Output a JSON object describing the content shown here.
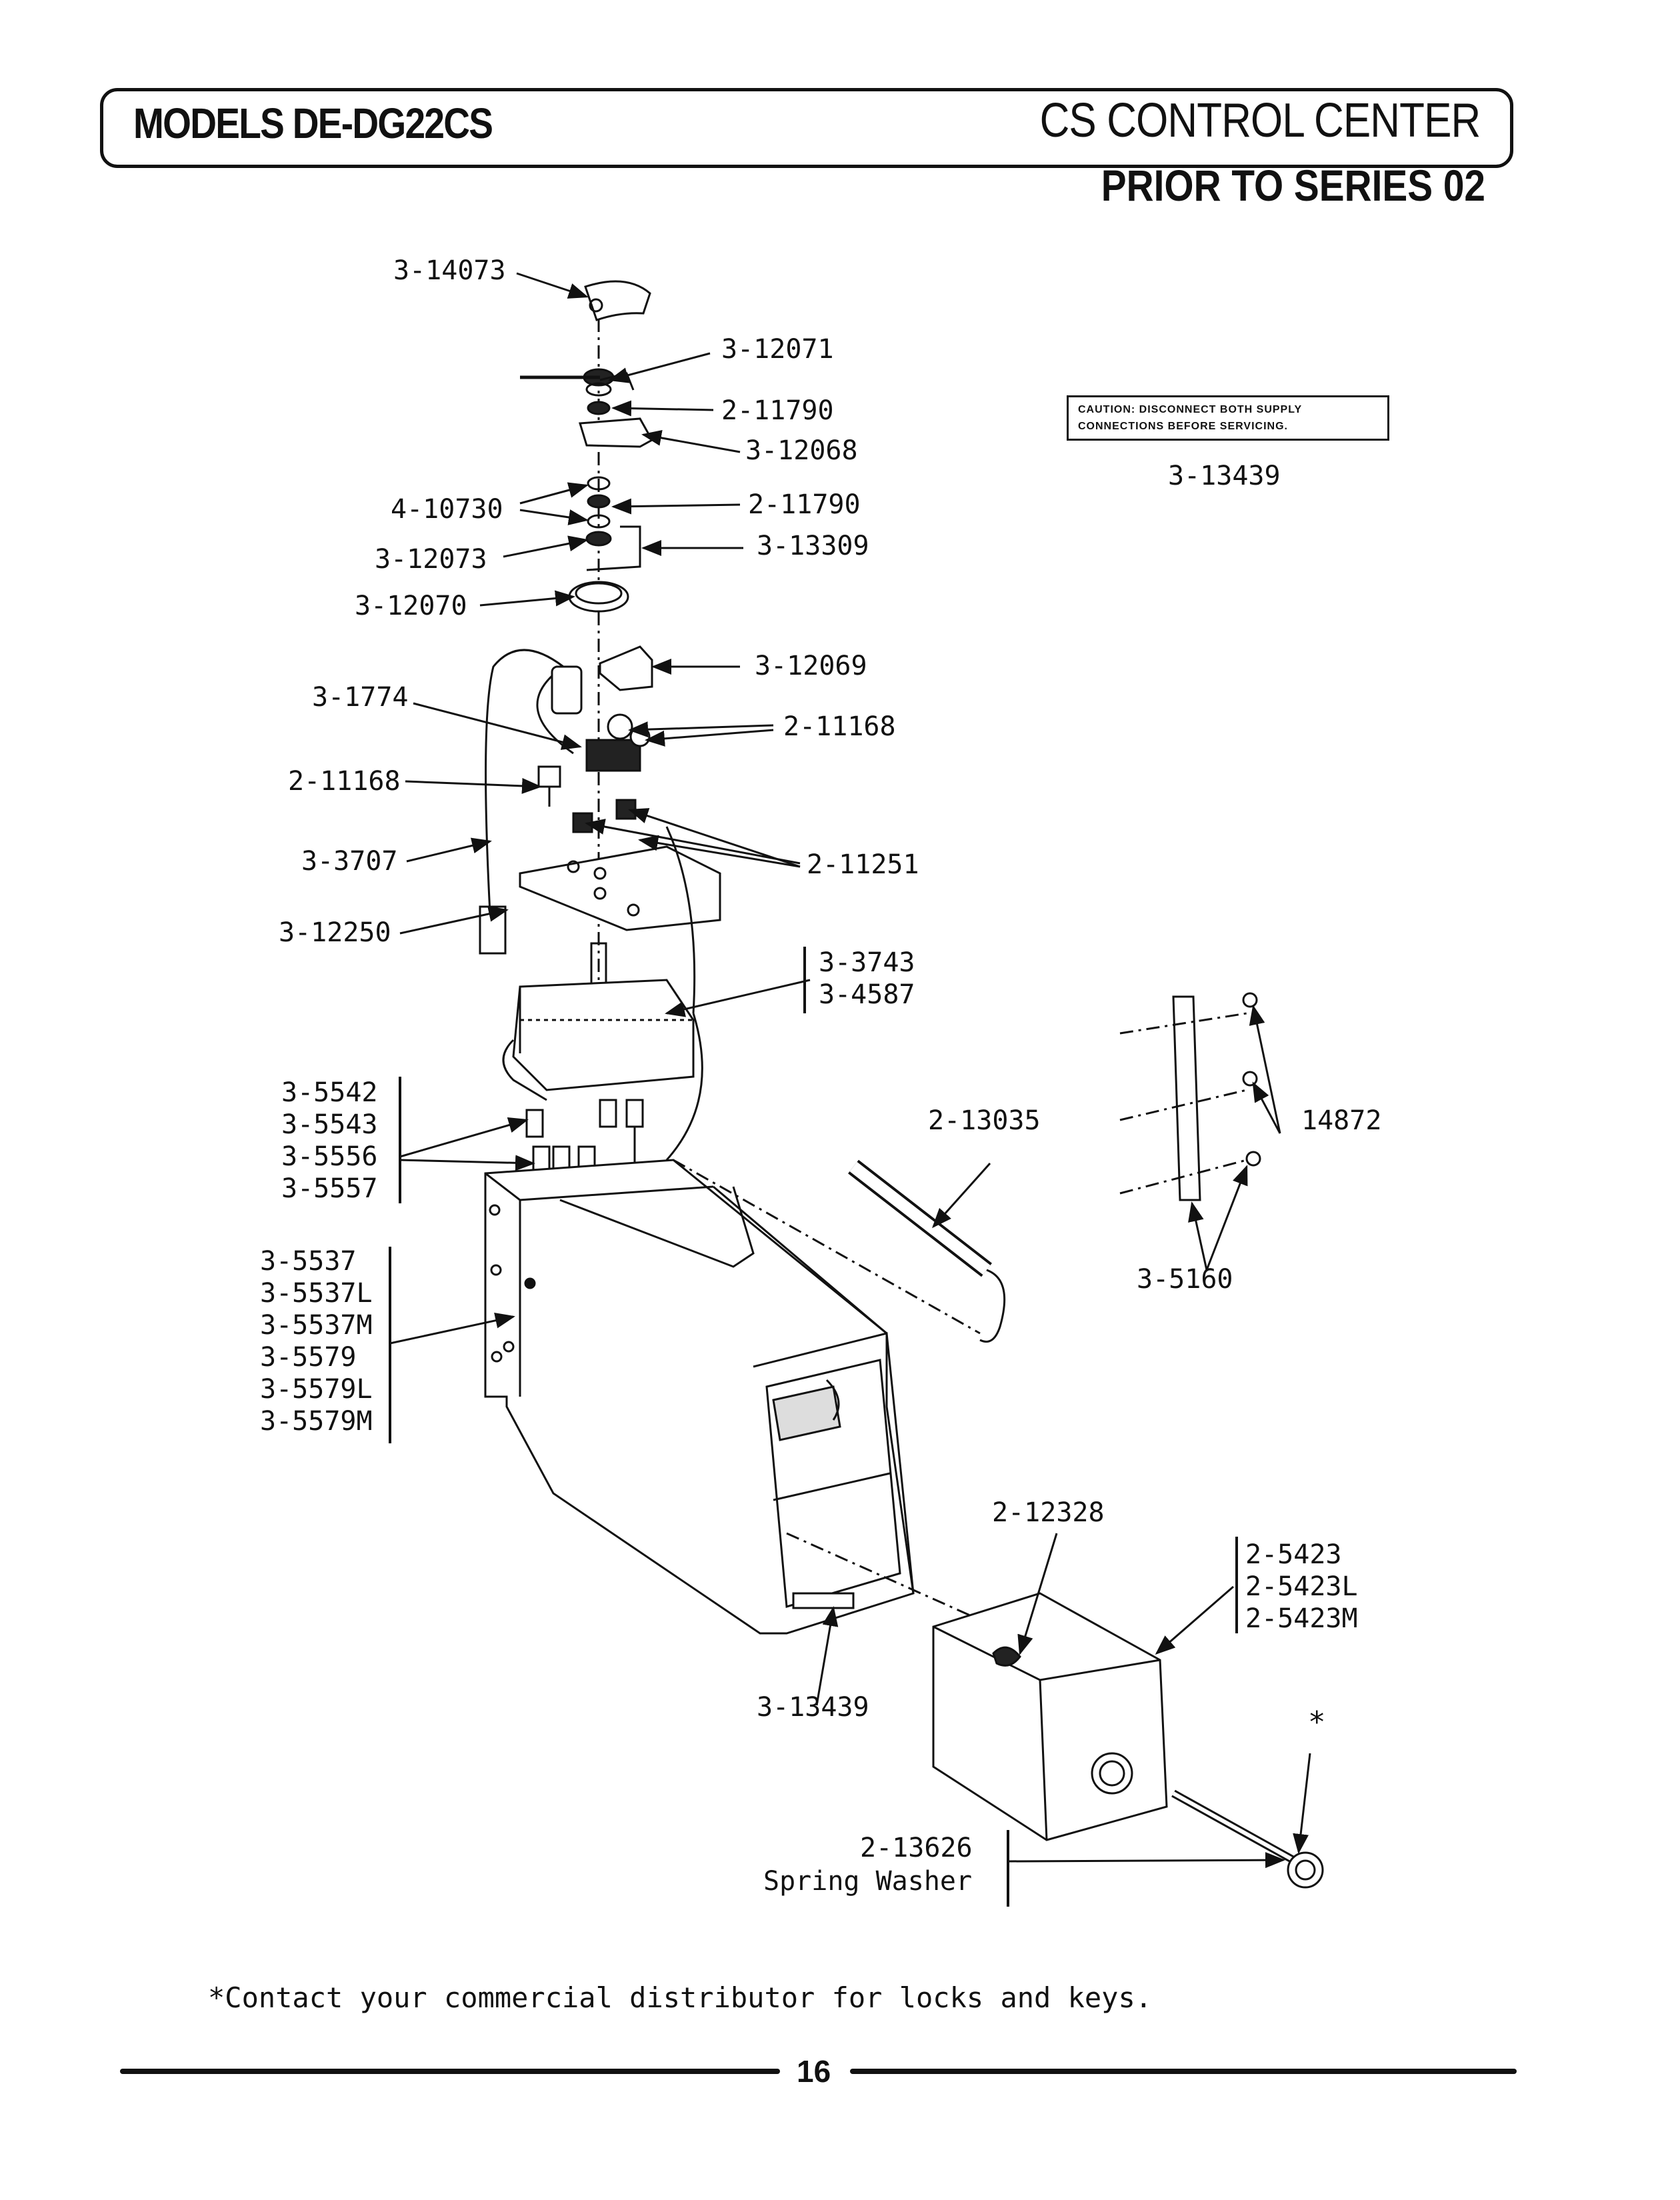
{
  "header": {
    "models": "MODELS DE-DG22CS",
    "section": "CS CONTROL CENTER",
    "subtitle": "PRIOR TO SERIES 02"
  },
  "caution": {
    "line1": "CAUTION:  DISCONNECT  BOTH  SUPPLY",
    "line2": "CONNECTIONS BEFORE SERVICING.",
    "part": "3-13439"
  },
  "parts": {
    "p14073": "3-14073",
    "p12071": "3-12071",
    "p11790a": "2-11790",
    "p12068": "3-12068",
    "p10730": "4-10730",
    "p11790b": "2-11790",
    "p12073": "3-12073",
    "p13309": "3-13309",
    "p12070": "3-12070",
    "p12069": "3-12069",
    "p1774": "3-1774",
    "p11168a": "2-11168",
    "p11168b": "2-11168",
    "p3707": "3-3707",
    "p11251": "2-11251",
    "p12250": "3-12250",
    "motor": [
      "3-3743",
      "3-4587"
    ],
    "terminals": [
      "3-5542",
      "3-5543",
      "3-5556",
      "3-5557"
    ],
    "p13035": "2-13035",
    "p14872": "14872",
    "p5160": "3-5160",
    "housing": [
      "3-5537",
      "3-5537L",
      "3-5537M",
      "3-5579",
      "3-5579L",
      "3-5579M"
    ],
    "p12328": "2-12328",
    "drawer": [
      "2-5423",
      "2-5423L",
      "2-5423M"
    ],
    "p13439": "3-13439",
    "asterisk": "*",
    "washer_no": "2-13626",
    "washer_name": "Spring Washer"
  },
  "footnote": "*Contact your commercial distributor for locks and keys.",
  "page_number": "16"
}
